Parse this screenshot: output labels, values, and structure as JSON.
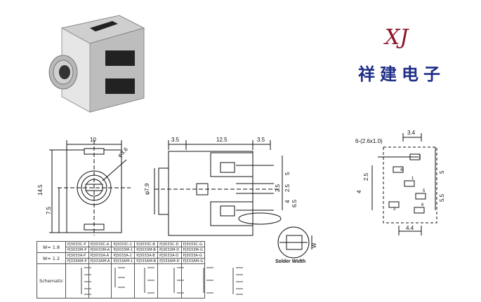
{
  "logo": {
    "mark": "XJ",
    "company": "祥建电子"
  },
  "front_view": {
    "width": "10",
    "height": "14.5",
    "hole": "φ3.6",
    "lower": "7.5"
  },
  "side_view": {
    "dim1": "3.5",
    "dim2": "12.5",
    "dim3": "3.5",
    "dia": "φ7.9",
    "p5": "5",
    "p25": "2.5",
    "p25b": "2.5",
    "p4": "4",
    "p65": "6.5"
  },
  "footprint": {
    "holes": "6-(2.6x1.0)",
    "d34": "3.4",
    "d25": "2.5",
    "d4": "4",
    "d5": "5",
    "d55": "5.5",
    "d44": "4.4",
    "pins": [
      "1",
      "2",
      "3",
      "4",
      "5",
      "6"
    ]
  },
  "solder": {
    "label": "Solder Width",
    "w": "W"
  },
  "parts_table": {
    "row1_label": "W= 1.8",
    "row1a": [
      "PJ3033C-P",
      "PJ3033C-A",
      "PJ3033C-1",
      "PJ3033C-B",
      "PJ3033C-D",
      "PJ3033C-G"
    ],
    "row1b": [
      "PJ3033M-P",
      "PJ3033M-A",
      "PJ3033M-1",
      "PJ3033M-B",
      "PJ3033M-D",
      "PJ3033M-G"
    ],
    "row2_label": "W= 1.2",
    "row2a": [
      "PJ3033A-P",
      "PJ3033A-A",
      "PJ3033A-1",
      "PJ3033A-B",
      "PJ3033A-D",
      "PJ3033A-G"
    ],
    "row2b": [
      "PJ333AM-P",
      "PJ333AM-A",
      "PJ333AM-1",
      "PJ333AM-B",
      "PJ333AM-D",
      "PJ333AM-G"
    ],
    "schematic_label": "Schematic"
  }
}
